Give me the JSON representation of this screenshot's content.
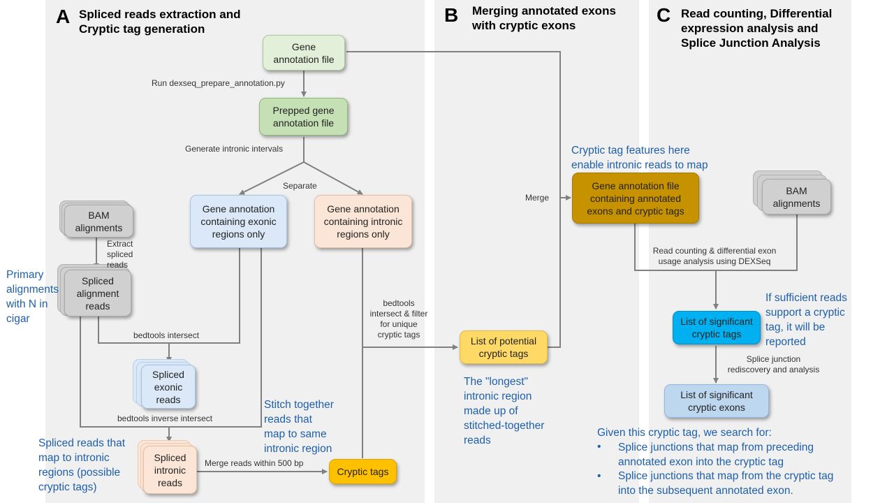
{
  "panels": {
    "a": {
      "letter": "A",
      "title": "Spliced reads extraction and\nCryptic tag generation"
    },
    "b": {
      "letter": "B",
      "title": "Merging annotated exons\nwith cryptic exons"
    },
    "c": {
      "letter": "C",
      "title": "Read counting, Differential\nexpression analysis and\nSplice Junction Analysis"
    }
  },
  "nodes": {
    "gene_annotation_file": "Gene\nannotation file",
    "prepped_gene_annotation": "Prepped gene\nannotation file",
    "exonic_regions": "Gene annotation\ncontaining exonic\nregions only",
    "intronic_regions": "Gene annotation\ncontaining intronic\nregions only",
    "bam_a": "BAM\nalignments",
    "spliced_alignment_reads": "Spliced\nalignment\nreads",
    "spliced_exonic_reads": "Spliced\nexonic\nreads",
    "spliced_intronic_reads": "Spliced\nintronic\nreads",
    "cryptic_tags": "Cryptic tags",
    "potential_cryptic_tags": "List of potential\ncryptic tags",
    "merged_annotation": "Gene annotation file\ncontaining annotated\nexons and cryptic tags",
    "bam_c": "BAM\nalignments",
    "significant_cryptic_tags": "List of significant\ncryptic tags",
    "significant_cryptic_exons": "List of significant\ncryptic exons"
  },
  "edge_labels": {
    "run_dexseq": "Run dexseq_prepare_annotation.py",
    "generate_intronic": "Generate intronic intervals",
    "separate": "Separate",
    "extract_spliced": "Extract\nspliced\nreads",
    "bedtools_intersect": "bedtools intersect",
    "bedtools_inverse": "bedtools inverse intersect",
    "merge_reads": "Merge reads within 500 bp",
    "bedtools_filter": "bedtools\nintersect & filter\nfor unique\ncryptic tags",
    "merge": "Merge",
    "read_counting": "Read counting & differential exon\nusage analysis using DEXSeq",
    "splice_junction": "Splice junction\nrediscovery and analysis"
  },
  "notes": {
    "primary_alignments": "Primary\nalignments\nwith N in\ncigar",
    "spliced_reads_intronic": "Spliced reads that\nmap to intronic\nregions (possible\ncryptic tags)",
    "stitch_together": "Stitch together\nreads that\nmap to same\nintronic region",
    "longest_region": "The \"longest\"\nintronic region\nmade up of\nstitched-together\nreads",
    "cryptic_features": "Cryptic tag features here\nenable intronic reads to map",
    "if_sufficient": "If sufficient reads\nsupport a cryptic\ntag, it will be\nreported",
    "given_tag": "Given this cryptic tag, we search for:",
    "bullet_1": "Splice junctions that map from preceding\nannotated exon into the cryptic tag",
    "bullet_2": "Splice junctions that map from the cryptic tag\ninto the subsequent annotated exon."
  },
  "bullet_glyph": "•",
  "colors": {
    "panel_bg": "#f0f0f0",
    "arrow": "#808080",
    "note_text": "#1f5fa8",
    "gene_annotation": "#e2f0d9",
    "prepped": "#c5e0b4",
    "exonic": "#dae8f7",
    "intronic": "#fbe5d6",
    "bam": "#d0d0d0",
    "cryptic_tags": "#ffc000",
    "potential": "#ffd966",
    "merged": "#c79200",
    "significant_tags": "#00b0f0",
    "significant_exons": "#bdd7ee"
  }
}
